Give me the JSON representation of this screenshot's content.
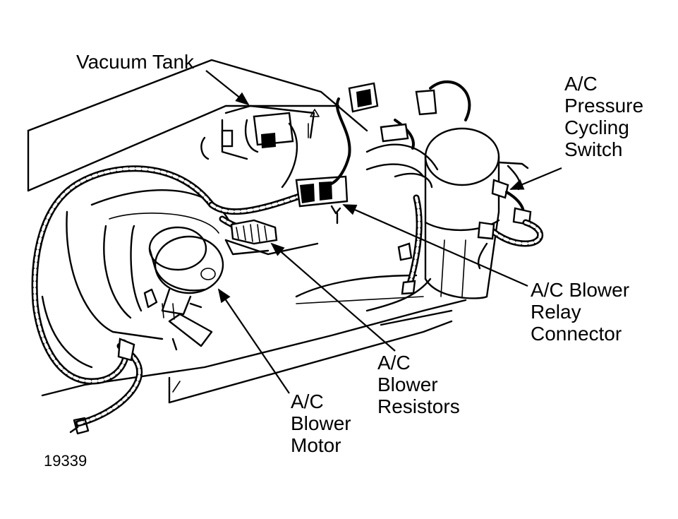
{
  "labels": {
    "vacuum_tank": "Vacuum Tank",
    "pressure_switch": [
      "A/C",
      "Pressure",
      "Cycling",
      "Switch"
    ],
    "relay_connector": [
      "A/C Blower",
      "Relay",
      "Connector"
    ],
    "blower_resistors": [
      "A/C",
      "Blower",
      "Resistors"
    ],
    "blower_motor": [
      "A/C",
      "Blower",
      "Motor"
    ]
  },
  "figure_number": "19339",
  "colors": {
    "ink": "#000000",
    "paper": "#ffffff"
  }
}
